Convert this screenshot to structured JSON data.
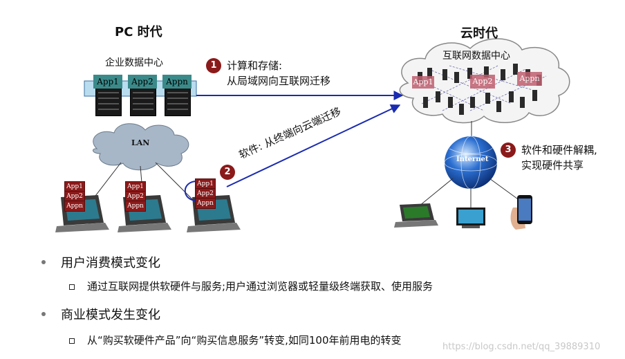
{
  "left": {
    "heading": "PC 时代",
    "datacenter_label": "企业数据中心",
    "server_apps": [
      "App1",
      "App2",
      "Appn"
    ],
    "lan_label": "LAN",
    "client_apps": [
      "App1",
      "App2",
      "Appn"
    ]
  },
  "right": {
    "heading": "云时代",
    "datacenter_label": "互联网数据中心",
    "cloud_apps": [
      "App1",
      "App2",
      "Appn"
    ],
    "internet_label": "Internet"
  },
  "steps": [
    {
      "num": "1",
      "line1": "计算和存储:",
      "line2": "从局域网向互联网迁移"
    },
    {
      "num": "2",
      "line1": "软件: 从终端向云端迁移"
    },
    {
      "num": "3",
      "line1": "软件和硬件解耦,",
      "line2": "实现硬件共享"
    }
  ],
  "bullets": [
    {
      "text": "用户消费模式变化",
      "sub": "通过互联网提供软硬件与服务;用户通过浏览器或轻量级终端获取、使用服务"
    },
    {
      "text": "商业模式发生变化",
      "sub": "从“购买软硬件产品”向“购买信息服务”转变,如同100年前用电的转变"
    }
  ],
  "watermark": "https://blog.csdn.net/qq_39889310",
  "colors": {
    "arrow": "#1a2bb0",
    "accent": "#8b1a1a",
    "cloud": "#a7b7c8",
    "tag": "#3a8a8a"
  }
}
